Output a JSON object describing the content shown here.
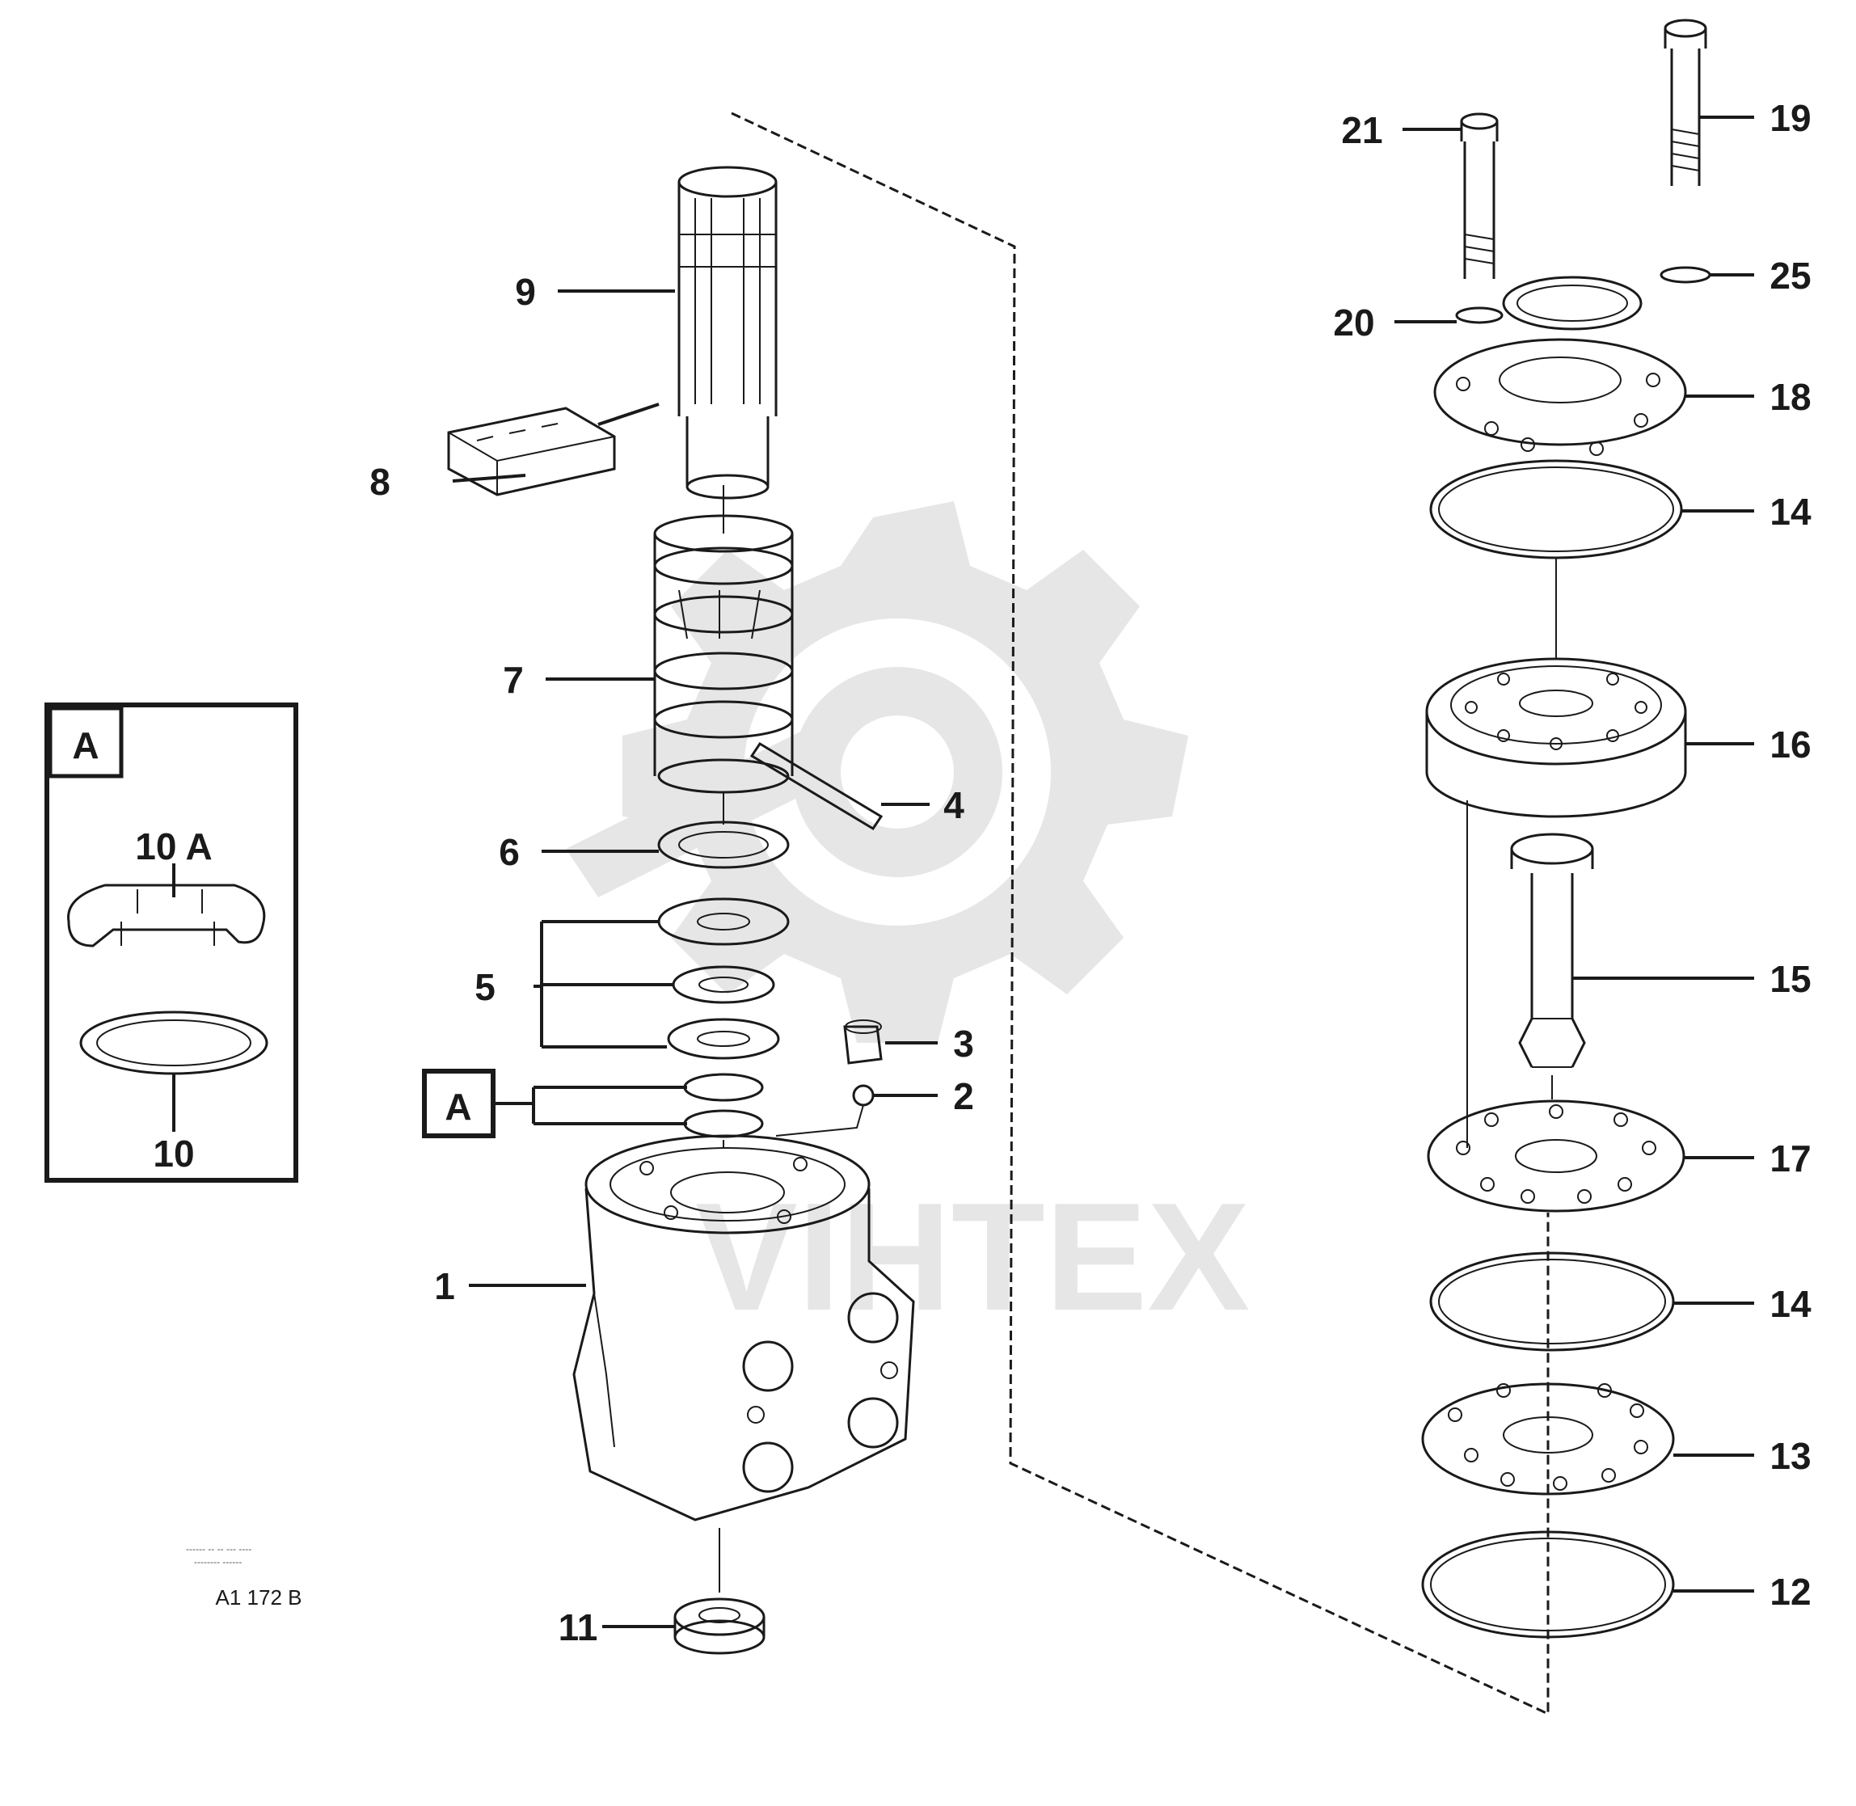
{
  "watermark": {
    "text": "VIHTEX",
    "color": "#e6e6e6"
  },
  "drawing_ref": "A1 172 B",
  "fine_print": [
    "------ -- -- --- ----",
    "-------- ------"
  ],
  "detail": {
    "tag": "A",
    "labels": [
      "10 A",
      "10"
    ]
  },
  "callout_tag": "A",
  "labels": {
    "p1": "1",
    "p2": "2",
    "p3": "3",
    "p4": "4",
    "p5": "5",
    "p6": "6",
    "p7": "7",
    "p8": "8",
    "p9": "9",
    "p11": "11",
    "p12": "12",
    "p13": "13",
    "p14a": "14",
    "p14b": "14",
    "p15": "15",
    "p16": "16",
    "p17": "17",
    "p18": "18",
    "p19": "19",
    "p20": "20",
    "p21": "21",
    "p25": "25"
  }
}
